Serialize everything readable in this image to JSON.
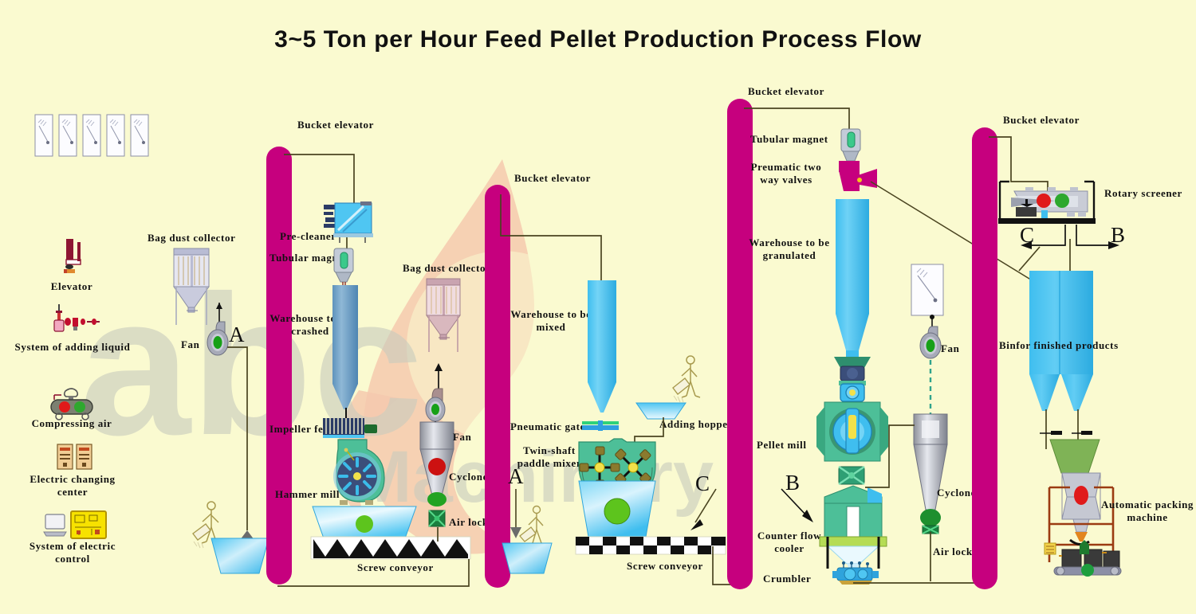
{
  "page": {
    "title": "3~5 Ton per Hour Feed Pellet Production Process Flow",
    "background_color": "#FAFAD0",
    "elevator_color": "#C6007E",
    "silo_color": "#3FBEEF",
    "machine_green": "#4DBF98",
    "line_color": "#4a4420"
  },
  "watermark": {
    "brand": "abc",
    "sub": "Machinery"
  },
  "legend": {
    "items": [
      {
        "label": "Elevator",
        "icon": "elevator-icon"
      },
      {
        "label": "System of adding liquid",
        "icon": "liquid-dosing-icon"
      },
      {
        "label": "Compressing air",
        "icon": "air-compressor-icon"
      },
      {
        "label": "Electric changing center",
        "icon": "switchgear-icon"
      },
      {
        "label": "System of electric control",
        "icon": "control-system-icon"
      }
    ],
    "gauge_count": 5
  },
  "sections": {
    "crushing": {
      "bag_dust_collector": "Bag dust collector",
      "fan": "Fan",
      "marker": "A",
      "bucket_elevator": "Bucket elevator",
      "pre_cleaner": "Pre-cleaner",
      "tubular_magnet": "Tubular magnet",
      "warehouse": "Warehouse to be crashed",
      "impeller_feeder": "Impeller feeder",
      "hammer_mill": "Hammer mill",
      "screw_conveyor": "Screw conveyor",
      "bag_dust_collector2": "Bag dust collector",
      "fan2": "Fan",
      "cyclone": "Cyclone",
      "air_lock": "Air lock"
    },
    "mixing": {
      "bucket_elevator": "Bucket elevator",
      "warehouse": "Warehouse to be mixed",
      "pneumatic_gates": "Pneumatic gates",
      "twin_shaft_mixer": "Twin-shaft paddle mixer",
      "adding_hopper": "Adding hopper",
      "screw_conveyor": "Screw conveyor",
      "marker_a": "A",
      "marker_c": "C"
    },
    "pelleting": {
      "bucket_elevator": "Bucket elevator",
      "tubular_magnet": "Tubular magnet",
      "two_way_valves": "Preumatic two way valves",
      "warehouse": "Warehouse to be granulated",
      "pellet_mill": "Pellet mill",
      "counter_flow_cooler": "Counter flow cooler",
      "crumbler": "Crumbler",
      "fan": "Fan",
      "cyclone": "Cyclone",
      "air_lock": "Air lock",
      "marker_b": "B"
    },
    "screening": {
      "bucket_elevator": "Bucket elevator",
      "rotary_screener": "Rotary screener",
      "marker_c": "C",
      "marker_b": "B",
      "bin": "Binfor finished products",
      "packing": "Automatic packing machine"
    }
  }
}
